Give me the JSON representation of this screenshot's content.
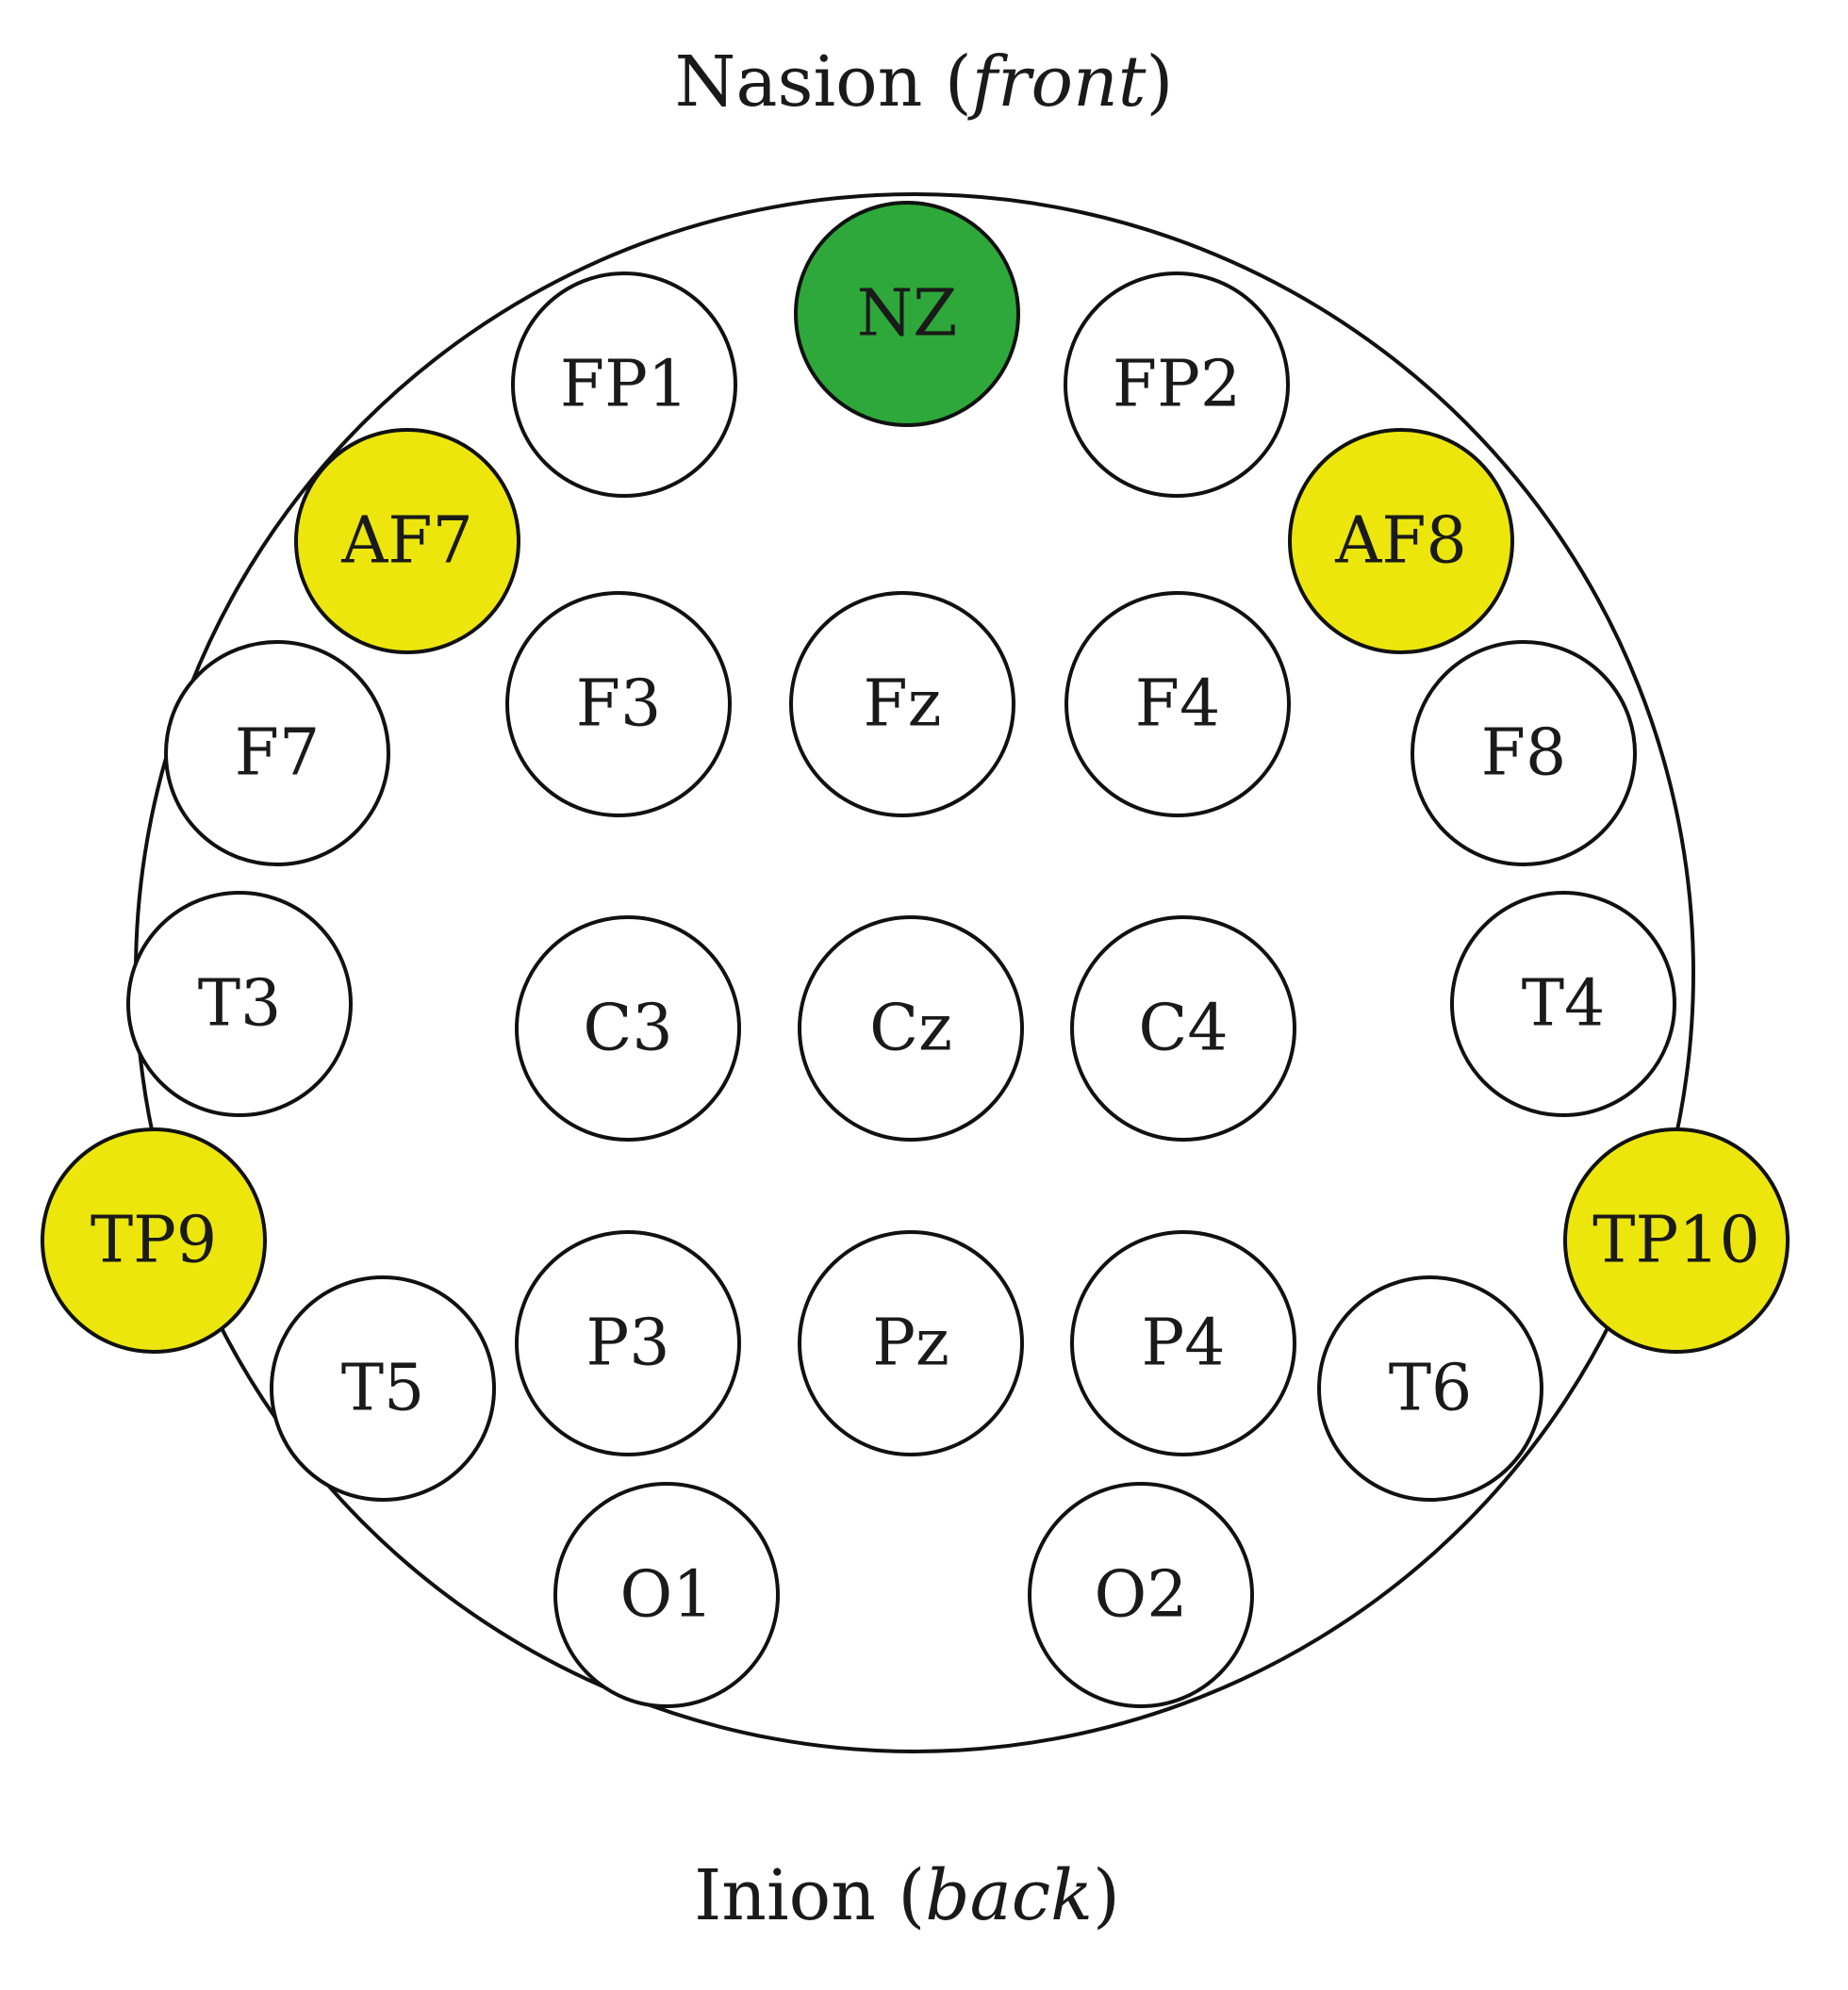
{
  "top_label": {
    "prefix": "Nasion (",
    "emphasis": "front",
    "suffix": ")"
  },
  "bottom_label": {
    "prefix": "Inion (",
    "emphasis": "back",
    "suffix": ")"
  },
  "colors": {
    "reference": "#2ea83a",
    "active": "#ece60d",
    "inactive": "#ffffff"
  },
  "electrodes": [
    {
      "id": "nz",
      "label": "NZ",
      "state": "reference"
    },
    {
      "id": "fp1",
      "label": "FP1",
      "state": "inactive"
    },
    {
      "id": "fp2",
      "label": "FP2",
      "state": "inactive"
    },
    {
      "id": "af7",
      "label": "AF7",
      "state": "active"
    },
    {
      "id": "af8",
      "label": "AF8",
      "state": "active"
    },
    {
      "id": "f7",
      "label": "F7",
      "state": "inactive"
    },
    {
      "id": "f3",
      "label": "F3",
      "state": "inactive"
    },
    {
      "id": "fz",
      "label": "Fz",
      "state": "inactive"
    },
    {
      "id": "f4",
      "label": "F4",
      "state": "inactive"
    },
    {
      "id": "f8",
      "label": "F8",
      "state": "inactive"
    },
    {
      "id": "t3",
      "label": "T3",
      "state": "inactive"
    },
    {
      "id": "c3",
      "label": "C3",
      "state": "inactive"
    },
    {
      "id": "cz",
      "label": "Cz",
      "state": "inactive"
    },
    {
      "id": "c4",
      "label": "C4",
      "state": "inactive"
    },
    {
      "id": "t4",
      "label": "T4",
      "state": "inactive"
    },
    {
      "id": "tp9",
      "label": "TP9",
      "state": "active"
    },
    {
      "id": "tp10",
      "label": "TP10",
      "state": "active"
    },
    {
      "id": "t5",
      "label": "T5",
      "state": "inactive"
    },
    {
      "id": "p3",
      "label": "P3",
      "state": "inactive"
    },
    {
      "id": "pz",
      "label": "Pz",
      "state": "inactive"
    },
    {
      "id": "p4",
      "label": "P4",
      "state": "inactive"
    },
    {
      "id": "t6",
      "label": "T6",
      "state": "inactive"
    },
    {
      "id": "o1",
      "label": "O1",
      "state": "inactive"
    },
    {
      "id": "o2",
      "label": "O2",
      "state": "inactive"
    }
  ]
}
